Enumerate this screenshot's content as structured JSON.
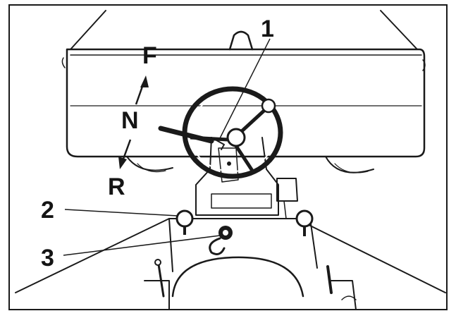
{
  "callouts": [
    {
      "id": "1",
      "label": "1"
    },
    {
      "id": "2",
      "label": "2"
    },
    {
      "id": "3",
      "label": "3"
    }
  ],
  "direction": {
    "forward": "F",
    "neutral": "N",
    "reverse": "R"
  },
  "colors": {
    "ink": "#1a1a1a",
    "paper": "#ffffff"
  }
}
